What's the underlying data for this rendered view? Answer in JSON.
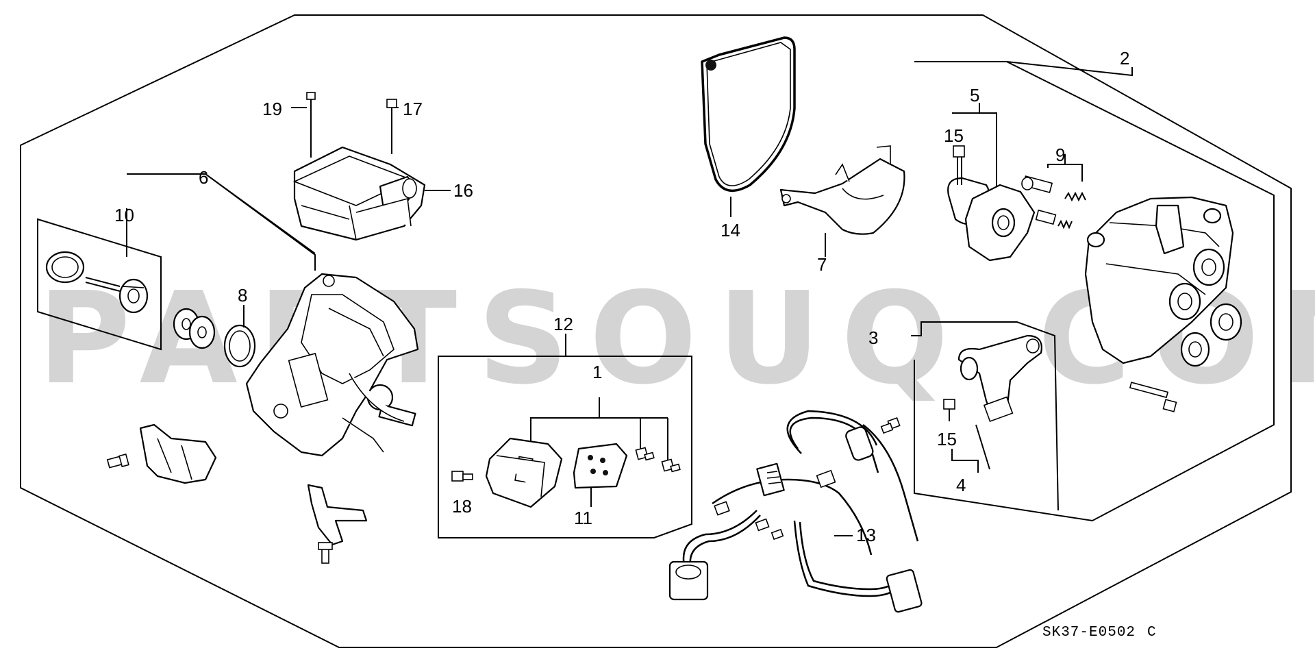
{
  "diagram": {
    "watermark": "PARTSOUQ.COM",
    "diagram_code": "SK37-E0502",
    "revision": "C",
    "callouts": [
      {
        "id": "c1",
        "label": "1"
      },
      {
        "id": "c2",
        "label": "2"
      },
      {
        "id": "c3",
        "label": "3"
      },
      {
        "id": "c4",
        "label": "4"
      },
      {
        "id": "c5",
        "label": "5"
      },
      {
        "id": "c6",
        "label": "6"
      },
      {
        "id": "c7",
        "label": "7"
      },
      {
        "id": "c8",
        "label": "8"
      },
      {
        "id": "c9",
        "label": "9"
      },
      {
        "id": "c10",
        "label": "10"
      },
      {
        "id": "c11",
        "label": "11"
      },
      {
        "id": "c12",
        "label": "12"
      },
      {
        "id": "c13",
        "label": "13"
      },
      {
        "id": "c14",
        "label": "14"
      },
      {
        "id": "c15a",
        "label": "15"
      },
      {
        "id": "c15b",
        "label": "15"
      },
      {
        "id": "c16",
        "label": "16"
      },
      {
        "id": "c17",
        "label": "17"
      },
      {
        "id": "c18",
        "label": "18"
      },
      {
        "id": "c19",
        "label": "19"
      }
    ]
  }
}
